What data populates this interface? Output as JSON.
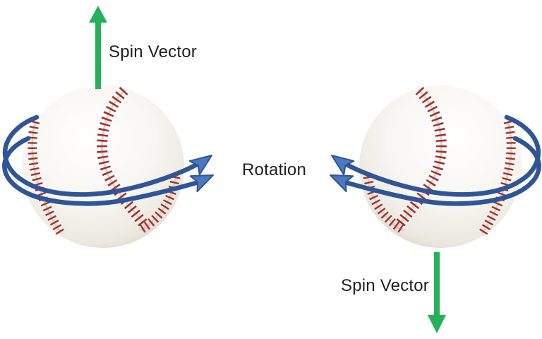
{
  "diagram": {
    "background": "#ffffff",
    "labels": {
      "spin_vector_top": "Spin Vector",
      "rotation": "Rotation",
      "spin_vector_bottom": "Spin Vector"
    },
    "colors": {
      "label_text": "#1f1f1f",
      "spin_vector_arrow": "#24b15a",
      "rotation_arc": "#2f5597",
      "rotation_arrowhead_fill": "#4a79c0",
      "stitch_red": "#a23230",
      "seam_groove": "#ddd6ca",
      "ball_edge": "#cdc7bb"
    },
    "icons": {
      "left_spin_vector": "green-arrow-up",
      "right_spin_vector": "green-arrow-down",
      "left_rotation": "blue-curved-arrows-pointing-right",
      "right_rotation": "blue-curved-arrows-pointing-left"
    }
  }
}
